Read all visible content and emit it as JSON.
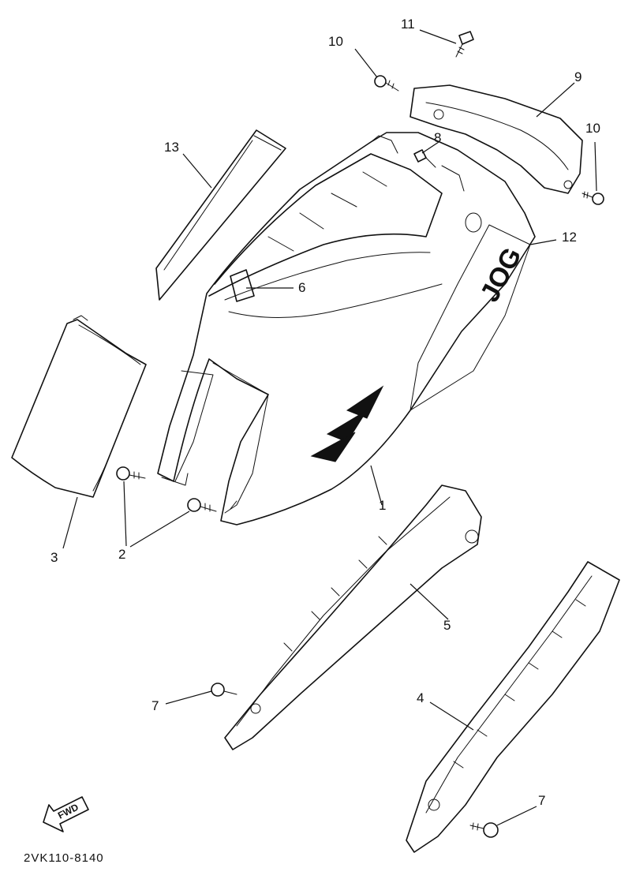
{
  "labels": {
    "p1": "1",
    "p2": "2",
    "p3": "3",
    "p4": "4",
    "p5": "5",
    "p6": "6",
    "p7a": "7",
    "p7b": "7",
    "p8": "8",
    "p9": "9",
    "p10a": "10",
    "p10b": "10",
    "p11": "11",
    "p12": "12",
    "p13": "13"
  },
  "fwd_arrow": "FWD",
  "diagram_code": "2VK110-8140",
  "decal_text": "JOG"
}
